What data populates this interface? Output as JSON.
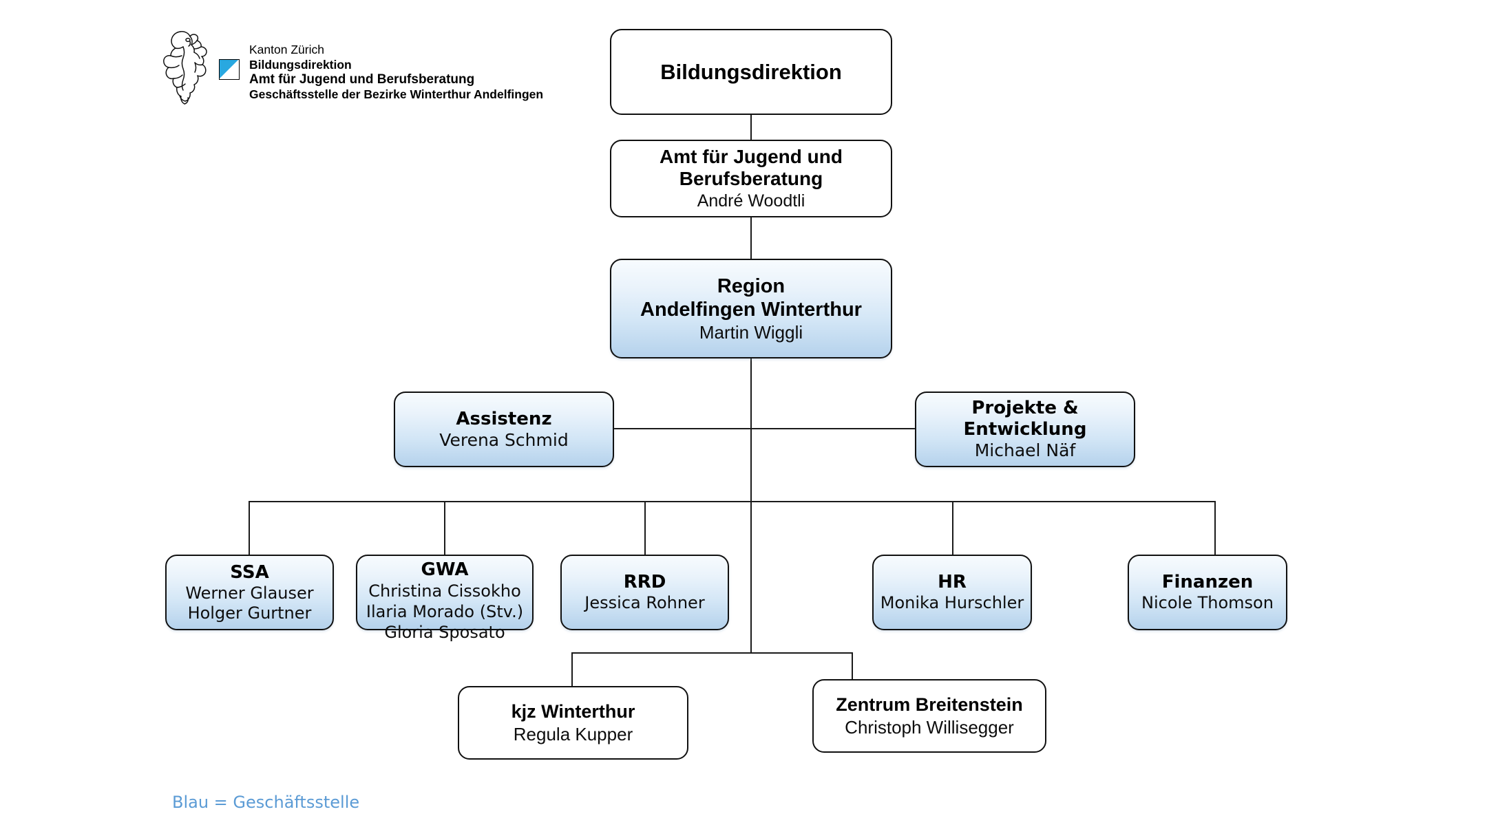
{
  "header": {
    "logo_icon": "zurich-lion-coat-of-arms-icon",
    "flag_icon": "zurich-flag-icon",
    "line1": "Kanton Zürich",
    "line2": "Bildungsdirektion",
    "line3": "Amt für Jugend und Berufsberatung",
    "line4": "Geschäftsstelle der Bezirke Winterthur Andelfingen"
  },
  "chart_data": {
    "type": "org-chart",
    "title": "Organigramm Region Andelfingen Winterthur",
    "legend": {
      "text": "Blau = Geschäftsstelle",
      "color": "#5b9bd5"
    },
    "colors": {
      "blue_fill_top": "#f7fbfe",
      "blue_fill_bottom": "#b5d2ec",
      "white_fill": "#ffffff",
      "border": "#101010",
      "legend_blue": "#5b9bd5",
      "flag_blue": "#29a8e0"
    },
    "nodes": [
      {
        "id": "bildungsdirektion",
        "title": "Bildungsdirektion",
        "subtitle": "",
        "style": "white",
        "level": 0
      },
      {
        "id": "amt",
        "title": "Amt für Jugend und Berufsberatung",
        "title_line1": "Amt für Jugend und",
        "title_line2": "Berufsberatung",
        "subtitle": "André Woodtli",
        "style": "white",
        "level": 1
      },
      {
        "id": "region",
        "title": "Region Andelfingen Winterthur",
        "title_line1": "Region",
        "title_line2": "Andelfingen Winterthur",
        "subtitle": "Martin Wiggli",
        "style": "blue",
        "level": 2
      },
      {
        "id": "assistenz",
        "title": "Assistenz",
        "subtitle": "Verena Schmid",
        "style": "blue",
        "level": 3
      },
      {
        "id": "projekte",
        "title": "Projekte & Entwicklung",
        "subtitle": "Michael Näf",
        "style": "blue",
        "level": 3
      },
      {
        "id": "ssa",
        "title": "SSA",
        "subtitle_lines": [
          "Werner Glauser",
          "Holger Gurtner"
        ],
        "style": "blue",
        "level": 4
      },
      {
        "id": "gwa",
        "title": "GWA",
        "subtitle_lines": [
          "Christina Cissokho",
          "Ilaria Morado (Stv.)",
          "Gloria Sposato"
        ],
        "style": "blue",
        "level": 4
      },
      {
        "id": "rrd",
        "title": "RRD",
        "subtitle_lines": [
          "Jessica Rohner"
        ],
        "style": "blue",
        "level": 4
      },
      {
        "id": "hr",
        "title": "HR",
        "subtitle_lines": [
          "Monika Hurschler"
        ],
        "style": "blue",
        "level": 4
      },
      {
        "id": "finanzen",
        "title": "Finanzen",
        "subtitle_lines": [
          "Nicole Thomson"
        ],
        "style": "blue",
        "level": 4
      },
      {
        "id": "kjz",
        "title": "kjz Winterthur",
        "subtitle": "Regula Kupper",
        "style": "white",
        "level": 5
      },
      {
        "id": "zentrum",
        "title": "Zentrum Breitenstein",
        "subtitle": "Christoph Willisegger",
        "style": "white",
        "level": 5
      }
    ],
    "edges": [
      {
        "from": "bildungsdirektion",
        "to": "amt"
      },
      {
        "from": "amt",
        "to": "region"
      },
      {
        "from": "region",
        "to": "assistenz"
      },
      {
        "from": "region",
        "to": "projekte"
      },
      {
        "from": "region",
        "to": "ssa"
      },
      {
        "from": "region",
        "to": "gwa"
      },
      {
        "from": "region",
        "to": "rrd"
      },
      {
        "from": "region",
        "to": "hr"
      },
      {
        "from": "region",
        "to": "finanzen"
      },
      {
        "from": "region",
        "to": "kjz"
      },
      {
        "from": "region",
        "to": "zentrum"
      }
    ]
  }
}
